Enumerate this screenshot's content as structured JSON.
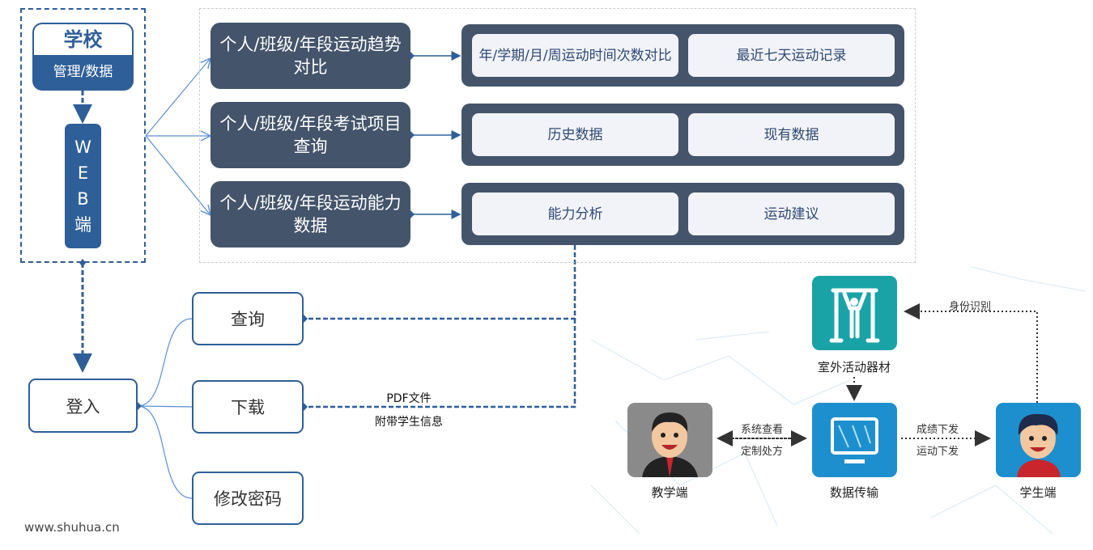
{
  "school": {
    "title": "学校",
    "subtitle": "管理/数据"
  },
  "web": {
    "chars": [
      "W",
      "E",
      "B",
      "端"
    ]
  },
  "features": [
    {
      "label": "个人/班级/年段运动趋势对比",
      "items": [
        "年/学期/月/周运动时间次数对比",
        "最近七天运动记录"
      ]
    },
    {
      "label": "个人/班级/年段考试项目查询",
      "items": [
        "历史数据",
        "现有数据"
      ]
    },
    {
      "label": "个人/班级/年段运动能力数据",
      "items": [
        "能力分析",
        "运动建议"
      ]
    }
  ],
  "login": "登入",
  "actions": [
    "查询",
    "下载",
    "修改密码"
  ],
  "download_note": [
    "PDF文件",
    "附带学生信息"
  ],
  "footer": "www.shuhua.cn",
  "flow": {
    "equipment": "室外活动器材",
    "transfer": "数据传输",
    "teacher": "教学端",
    "student": "学生端",
    "identity": "身份识别",
    "teacher_link": [
      "系统查看",
      "定制处方"
    ],
    "student_link": [
      "成绩下发",
      "运动下发"
    ]
  },
  "colors": {
    "primary": "#2e5f98",
    "dark": "#44546a",
    "teal": "#1aa3a6",
    "blue": "#1e8fce"
  }
}
